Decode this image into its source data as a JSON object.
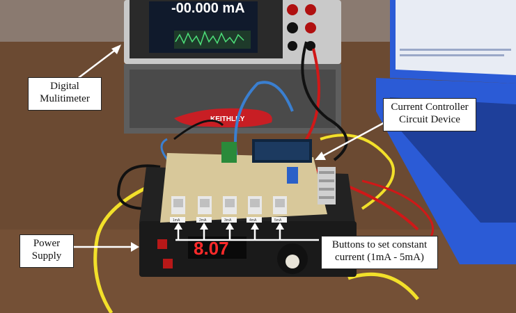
{
  "callouts": {
    "multimeter": [
      "Digital",
      "Mulitimeter"
    ],
    "controller": [
      "Current Controller",
      "Circuit Device"
    ],
    "power_supply": [
      "Power",
      "Supply"
    ],
    "buttons": [
      "Buttons to set constant",
      "current (1mA - 5mA)"
    ]
  },
  "multimeter_screen": {
    "reading": "-00.000 mA"
  },
  "keithley_brand": "KEITHLEY",
  "seven_segment_display": "8.07",
  "button_labels": [
    "1mA",
    "2mA",
    "3mA",
    "4mA",
    "5mA"
  ],
  "colors": {
    "table_wood": "#6b4a32",
    "wall": "#8a7a70",
    "laptop_blue": "#2b5bd6",
    "enclosure_black": "#1a1a1a",
    "pcb_tan": "#d8c89a",
    "led_red": "#ff2a2a",
    "wire_yellow": "#f2e02a",
    "wire_red": "#d01818",
    "wire_blue": "#3a7fd0",
    "keithley_red": "#c81e24"
  }
}
